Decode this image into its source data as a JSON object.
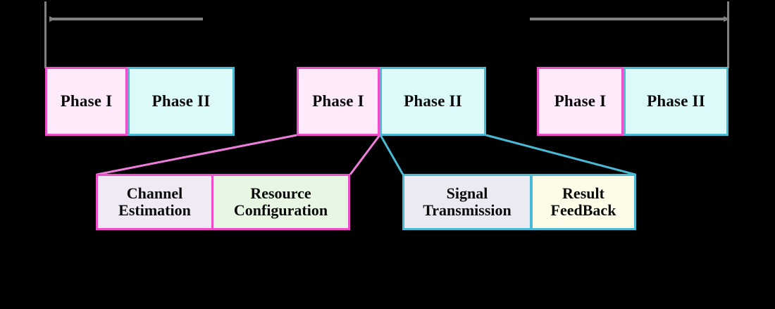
{
  "figure": {
    "title": "Two-phase frame structure timeline",
    "background_color": "#000000",
    "colors": {
      "phase_i_fill": "#fdeafa",
      "phase_i_border": "#ef4ecb",
      "phase_ii_fill": "#ddfafa",
      "phase_ii_border": "#4ab9d4",
      "channel_estimation_fill": "#efeaf3",
      "resource_configuration_fill": "#e7f7e4",
      "signal_transmission_fill": "#eaeaf3",
      "result_feedback_fill": "#fcfce8",
      "arrow_color": "#808080"
    }
  },
  "timeline": {
    "groups": [
      {
        "name": "frame-left",
        "blocks": [
          {
            "label": "Phase I",
            "type": "phase-i"
          },
          {
            "label": "Phase II",
            "type": "phase-ii"
          }
        ]
      },
      {
        "name": "frame-middle",
        "blocks": [
          {
            "label": "Phase I",
            "type": "phase-i"
          },
          {
            "label": "Phase II",
            "type": "phase-ii"
          }
        ]
      },
      {
        "name": "frame-right",
        "blocks": [
          {
            "label": "Phase I",
            "type": "phase-i"
          },
          {
            "label": "Phase II",
            "type": "phase-ii"
          }
        ]
      }
    ]
  },
  "details": {
    "phase_i_steps": [
      {
        "label": "Channel\nEstimation"
      },
      {
        "label": "Resource\nConfiguration"
      }
    ],
    "phase_ii_steps": [
      {
        "label": "Signal\nTransmission"
      },
      {
        "label": "Result\nFeedBack"
      }
    ]
  },
  "annotations": {
    "left_arrow": {
      "direction": "left",
      "label": ""
    },
    "right_arrow": {
      "direction": "right",
      "label": ""
    }
  }
}
